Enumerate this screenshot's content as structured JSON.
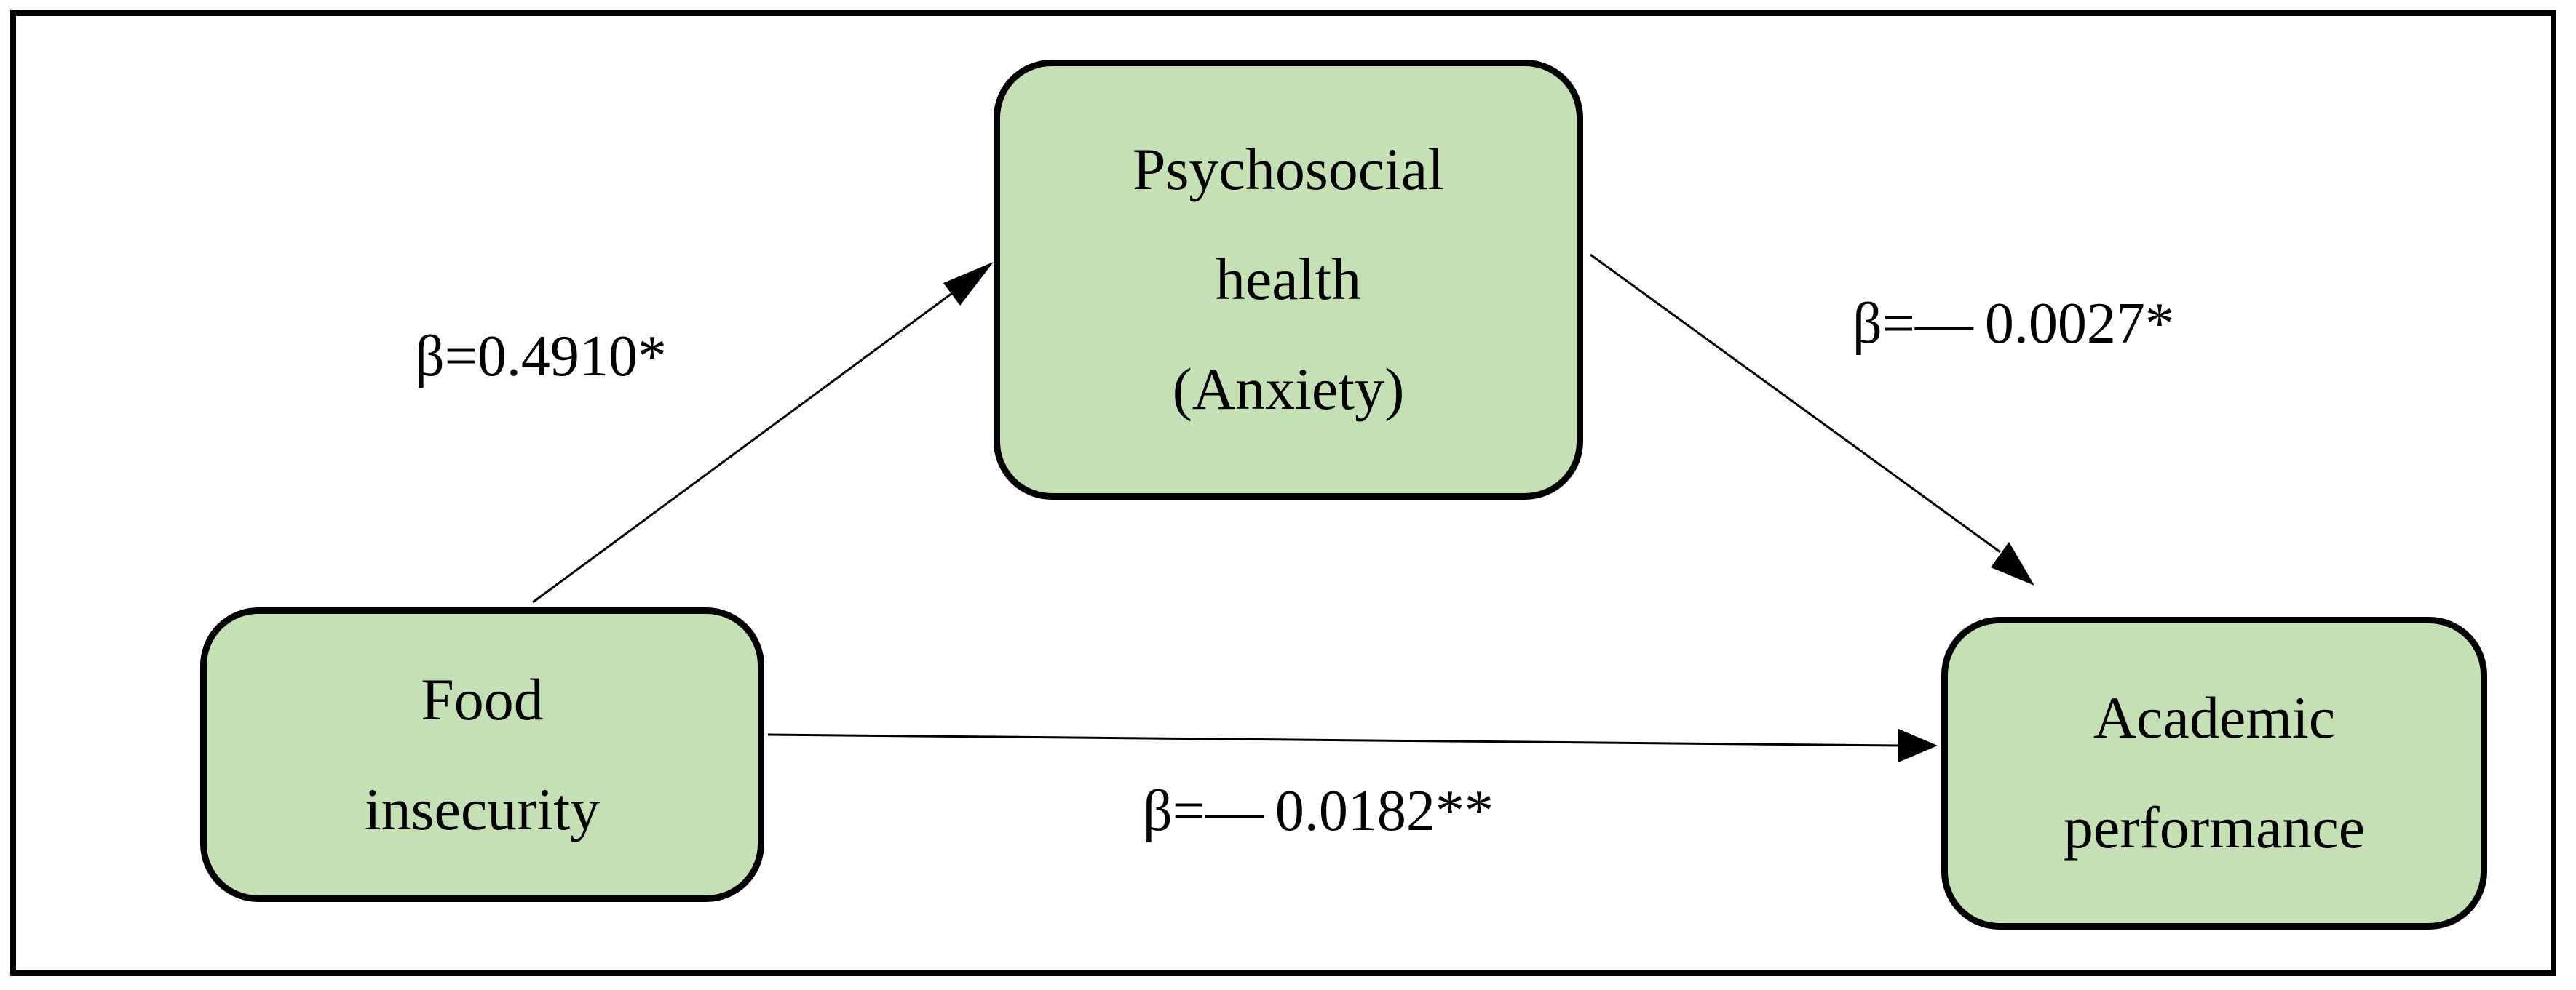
{
  "colors": {
    "node_fill": "#c5e0b4",
    "border": "#000000",
    "background": "#ffffff"
  },
  "nodes": {
    "psychosocial": {
      "lines": [
        "Psychosocial",
        "health",
        "(Anxiety)"
      ]
    },
    "food": {
      "lines": [
        "Food",
        "insecurity"
      ]
    },
    "academic": {
      "lines": [
        "Academic",
        "performance"
      ]
    }
  },
  "edges": {
    "food_to_psychosocial": {
      "label": "β=0.4910*"
    },
    "psychosocial_to_academic": {
      "label": "β=— 0.0027*"
    },
    "food_to_academic": {
      "label": "β=— 0.0182**"
    }
  }
}
